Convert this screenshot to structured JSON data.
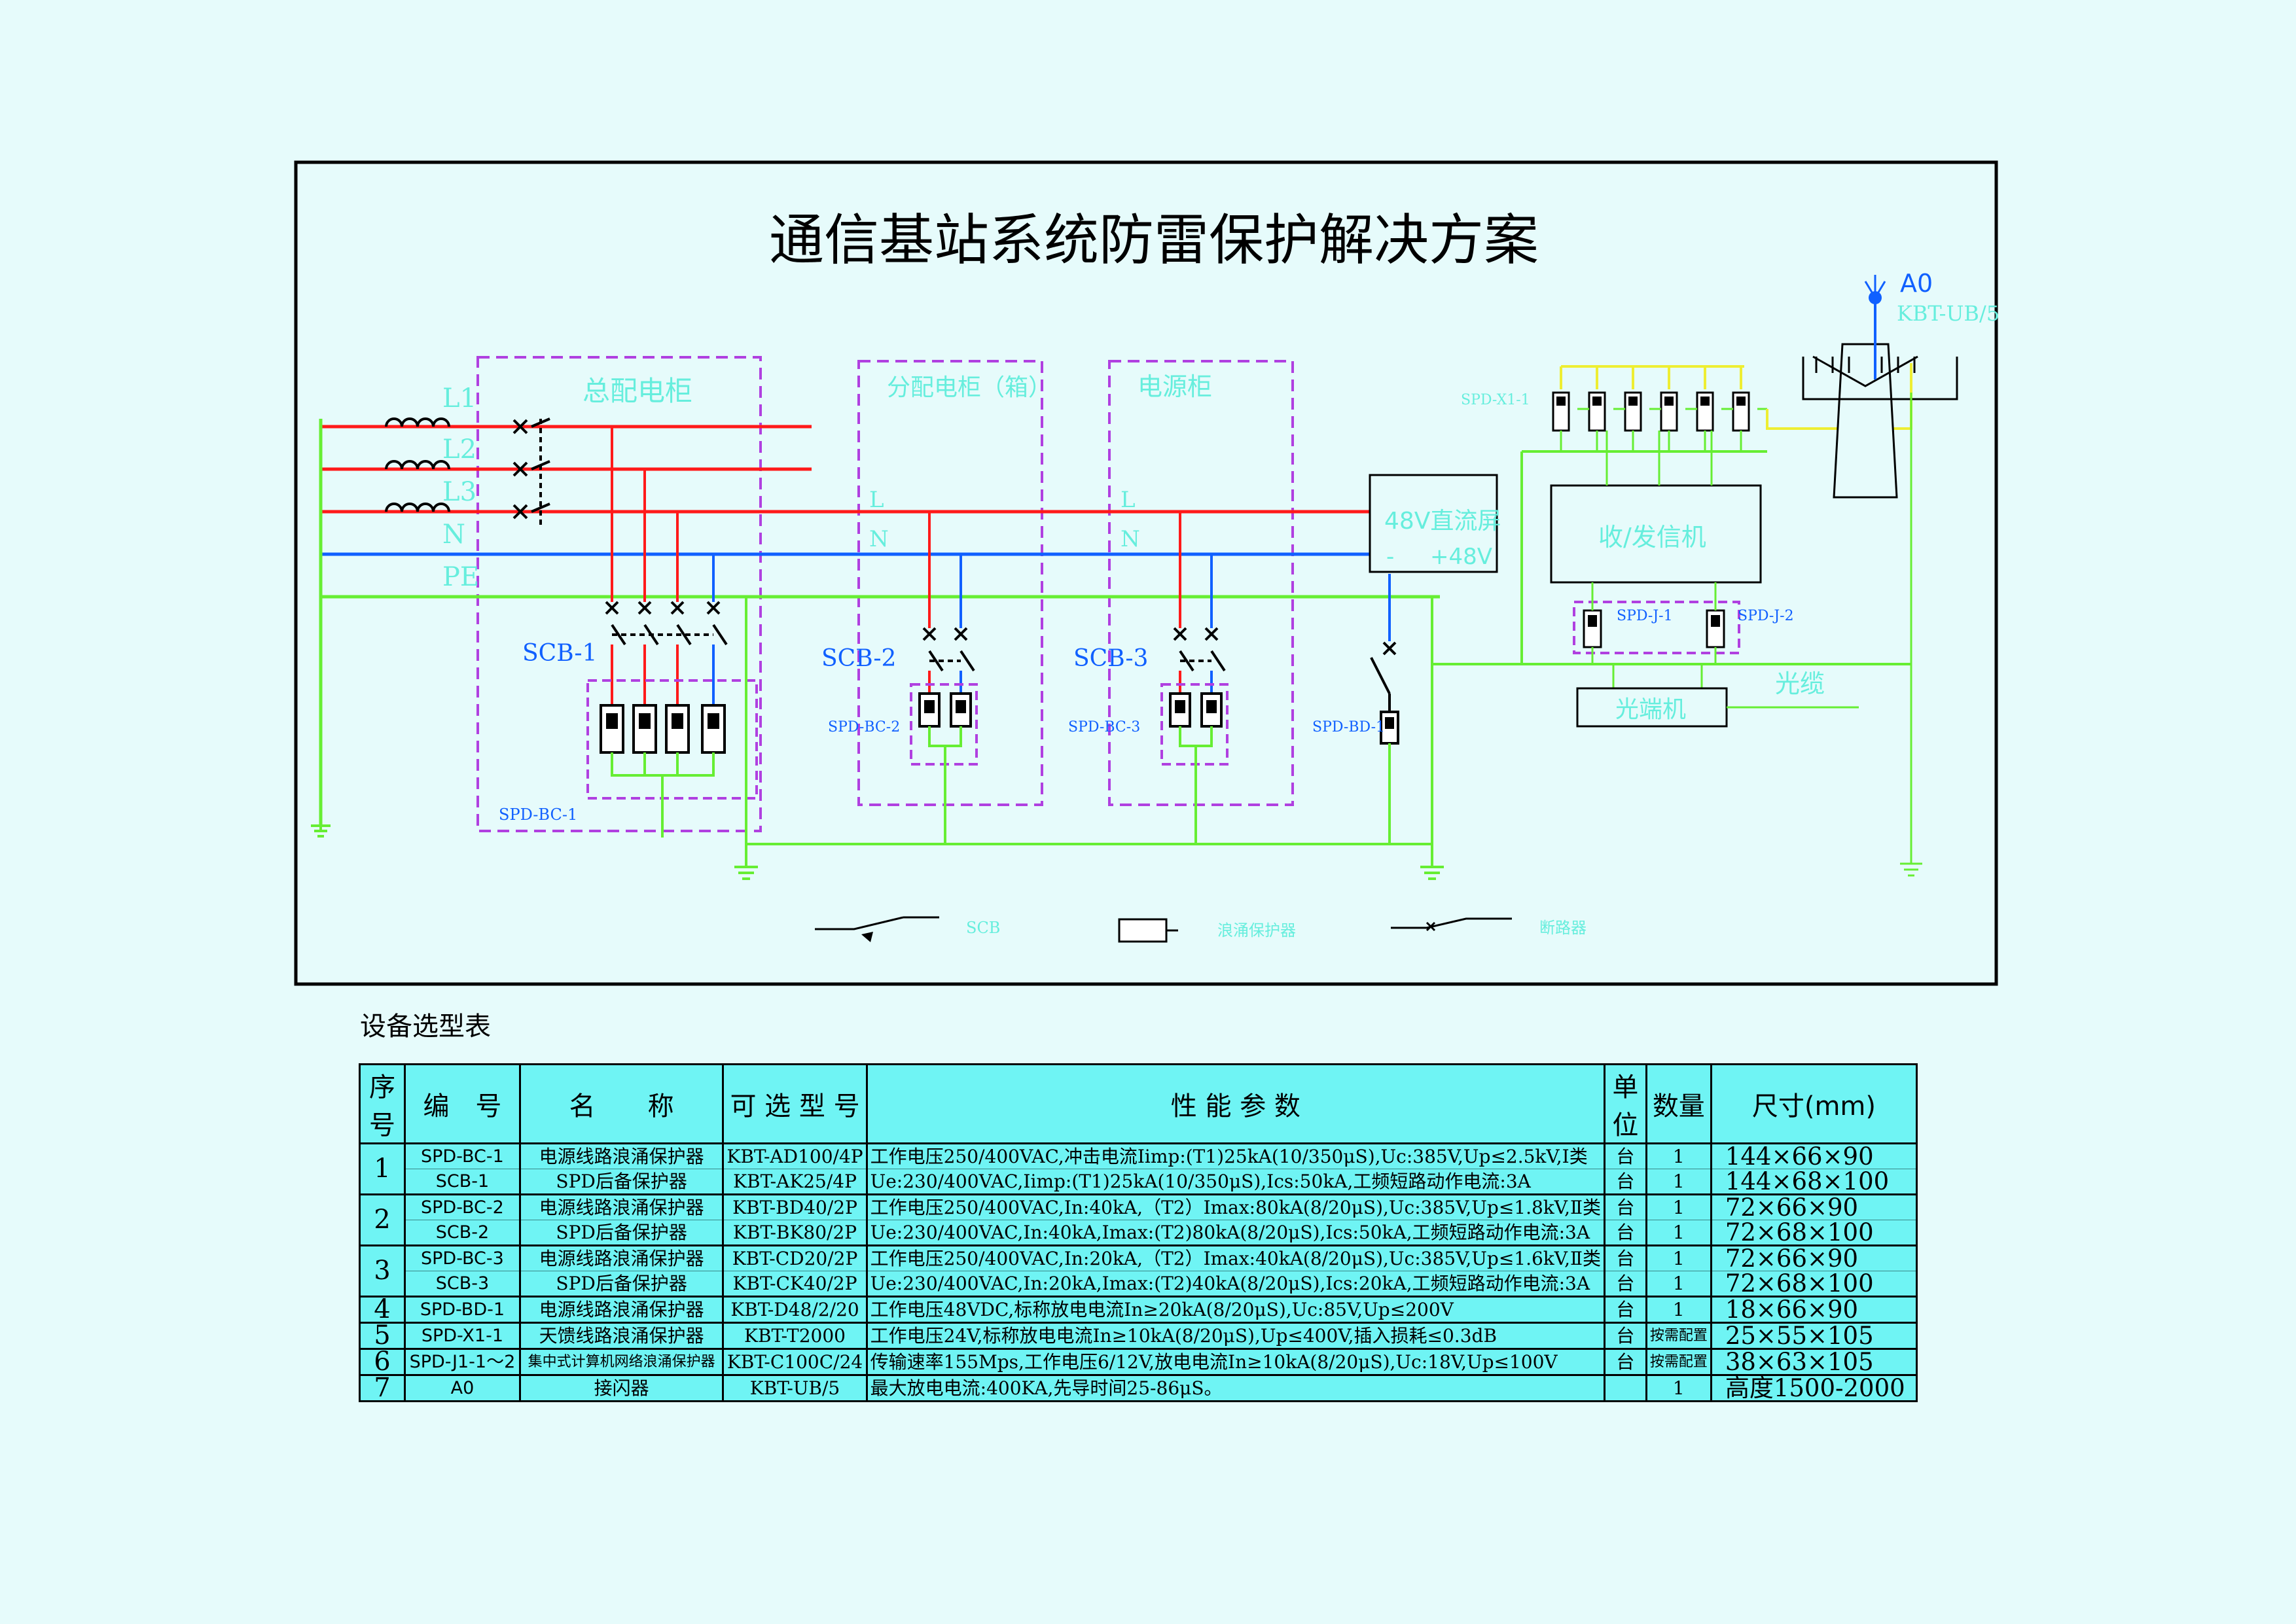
{
  "title": "通信基站系统防雷保护解决方案",
  "cabinets": {
    "main": "总配电柜",
    "sub": "分配电柜（箱）",
    "power": "电源柜"
  },
  "lines": {
    "l1": "L1",
    "l2": "L2",
    "l3": "L3",
    "n": "N",
    "pe": "PE",
    "sub_l": "L",
    "sub_n": "N",
    "pow_l": "L",
    "pow_n": "N"
  },
  "labels": {
    "scb1": "SCB-1",
    "scb2": "SCB-2",
    "scb3": "SCB-3",
    "spd_bc1": "SPD-BC-1",
    "spd_bc2": "SPD-BC-2",
    "spd_bc3": "SPD-BC-3",
    "spd_bd1": "SPD-BD-1",
    "dc_screen": "48V直流屏",
    "dc_minus": "-",
    "dc_plus": "+48V",
    "spd_x1": "SPD-X1-1",
    "transceiver": "收/发信机",
    "spd_j1": "SPD-J-1",
    "spd_j2": "SPD-J-2",
    "optical_terminal": "光端机",
    "fiber": "光缆",
    "a0": "A0",
    "a0_model": "KBT-UB/5"
  },
  "legend": {
    "scb": "SCB",
    "spd": "浪涌保护器",
    "breaker": "断路器"
  },
  "table": {
    "caption": "设备选型表",
    "headers": [
      "序号",
      "编　号",
      "名　　称",
      "可 选 型 号",
      "性 能 参 数",
      "单位",
      "数量",
      "尺寸(mm)"
    ],
    "groups": [
      {
        "index": "1",
        "rows": [
          [
            "SPD-BC-1",
            "电源线路浪涌保护器",
            "KBT-AD100/4P",
            "工作电压250/400VAC,冲击电流Iimp:(T1)25kA(10/350μS),Uc:385V,Up≤2.5kV,I类",
            "台",
            "1",
            "144×66×90"
          ],
          [
            "SCB-1",
            "SPD后备保护器",
            "KBT-AK25/4P",
            "Ue:230/400VAC,Iimp:(T1)25kA(10/350μS),Ics:50kA,工频短路动作电流:3A",
            "台",
            "1",
            "144×68×100"
          ]
        ]
      },
      {
        "index": "2",
        "rows": [
          [
            "SPD-BC-2",
            "电源线路浪涌保护器",
            "KBT-BD40/2P",
            "工作电压250/400VAC,In:40kA,（T2）Imax:80kA(8/20μS),Uc:385V,Up≤1.8kV,Ⅱ类",
            "台",
            "1",
            "72×66×90"
          ],
          [
            "SCB-2",
            "SPD后备保护器",
            "KBT-BK80/2P",
            "Ue:230/400VAC,In:40kA,Imax:(T2)80kA(8/20μS),Ics:50kA,工频短路动作电流:3A",
            "台",
            "1",
            "72×68×100"
          ]
        ]
      },
      {
        "index": "3",
        "rows": [
          [
            "SPD-BC-3",
            "电源线路浪涌保护器",
            "KBT-CD20/2P",
            "工作电压250/400VAC,In:20kA,（T2）Imax:40kA(8/20μS),Uc:385V,Up≤1.6kV,Ⅱ类",
            "台",
            "1",
            "72×66×90"
          ],
          [
            "SCB-3",
            "SPD后备保护器",
            "KBT-CK40/2P",
            "Ue:230/400VAC,In:20kA,Imax:(T2)40kA(8/20μS),Ics:20kA,工频短路动作电流:3A",
            "台",
            "1",
            "72×68×100"
          ]
        ]
      },
      {
        "index": "4",
        "rows": [
          [
            "SPD-BD-1",
            "电源线路浪涌保护器",
            "KBT-D48/2/20",
            "工作电压48VDC,标称放电电流In≥20kA(8/20μS),Uc:85V,Up≤200V",
            "台",
            "1",
            "18×66×90"
          ]
        ]
      },
      {
        "index": "5",
        "rows": [
          [
            "SPD-X1-1",
            "天馈线路浪涌保护器",
            "KBT-T2000",
            "工作电压24V,标称放电电流In≥10kA(8/20μS),Up≤400V,插入损耗≤0.3dB",
            "台",
            "按需配置",
            "25×55×105"
          ]
        ]
      },
      {
        "index": "6",
        "rows": [
          [
            "SPD-J1-1～2",
            "集中式计算机网络浪涌保护器",
            "KBT-C100C/24",
            "传输速率155Mps,工作电压6/12V,放电电流In≥10kA(8/20μS),Uc:18V,Up≤100V",
            "台",
            "按需配置",
            "38×63×105"
          ]
        ]
      },
      {
        "index": "7",
        "rows": [
          [
            "A0",
            "接闪器",
            "KBT-UB/5",
            "最大放电电流:400KA,先导时间25-86μS。",
            "",
            "1",
            "高度1500-2000"
          ]
        ]
      }
    ]
  },
  "colors": {
    "phase": "#ff1a1a",
    "neutral": "#1060ff",
    "earth": "#66ee33",
    "cabinet": "#b040e0",
    "label": "#66eedd",
    "signal": "#eeee33"
  }
}
